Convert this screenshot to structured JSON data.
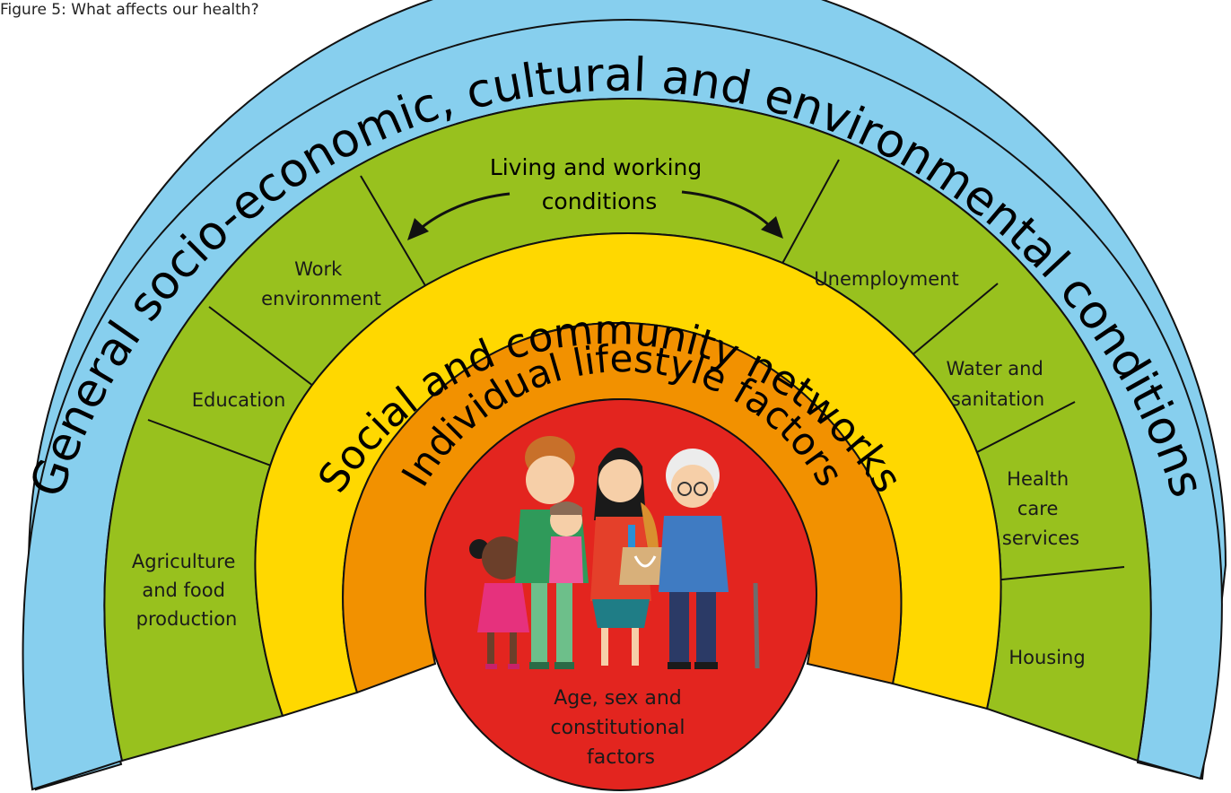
{
  "caption": "Figure 5: What affects our health?",
  "layers": {
    "outer": "General socio-economic, cultural and environmental conditions",
    "social": "Social and community networks",
    "individual": "Individual lifestyle factors",
    "core": [
      "Age, sex and",
      "constitutional",
      "factors"
    ]
  },
  "living_working": [
    "Living and working",
    "conditions"
  ],
  "segments_left": {
    "agriculture": [
      "Agriculture",
      "and food",
      "production"
    ],
    "education": [
      "Education"
    ],
    "work": [
      "Work",
      "environment"
    ]
  },
  "segments_right": {
    "unemployment": [
      "Unemployment"
    ],
    "water": [
      "Water and",
      "sanitation"
    ],
    "health": [
      "Health",
      "care",
      "services"
    ],
    "housing": [
      "Housing"
    ]
  },
  "colors": {
    "outer": "#87cfee",
    "green": "#98c11e",
    "yellow": "#ffd800",
    "orange": "#f29100",
    "red": "#e3251f"
  }
}
